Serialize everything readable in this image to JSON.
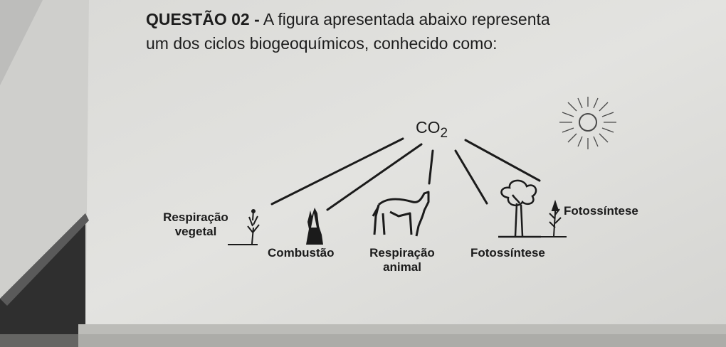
{
  "question": {
    "label": "QUESTÃO 02 -",
    "line1_rest": " A figura apresentada abaixo representa",
    "line2": "um dos ciclos biogeoquímicos, conhecido como:"
  },
  "diagram": {
    "center_formula": {
      "base": "CO",
      "subscript": "2"
    },
    "labels": {
      "respiracao_vegetal_1": "Respiração",
      "respiracao_vegetal_2": "vegetal",
      "combustao": "Combustão",
      "respiracao_animal_1": "Respiração",
      "respiracao_animal_2": "animal",
      "fotossintese_tree": "Fotossíntese",
      "fotossintese_grass": "Fotossíntese"
    },
    "icons": [
      "sprout-icon",
      "fire-icon",
      "horse-icon",
      "tree-icon",
      "grass-icon",
      "sun-icon"
    ]
  },
  "colors": {
    "paper": "#e6e6e3",
    "ink": "#1d1d1d",
    "shadow": "#2b2b2b"
  }
}
